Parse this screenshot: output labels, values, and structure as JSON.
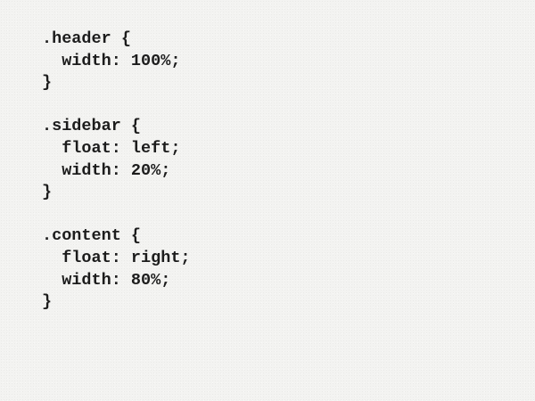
{
  "code": {
    "header_open": ".header {",
    "header_width": "  width: 100%;",
    "header_close": "}",
    "sidebar_open": ".sidebar {",
    "sidebar_float": "  float: left;",
    "sidebar_width": "  width: 20%;",
    "sidebar_close": "}",
    "content_open": ".content {",
    "content_float": "  float: right;",
    "content_width": "  width: 80%;",
    "content_close": "}"
  }
}
